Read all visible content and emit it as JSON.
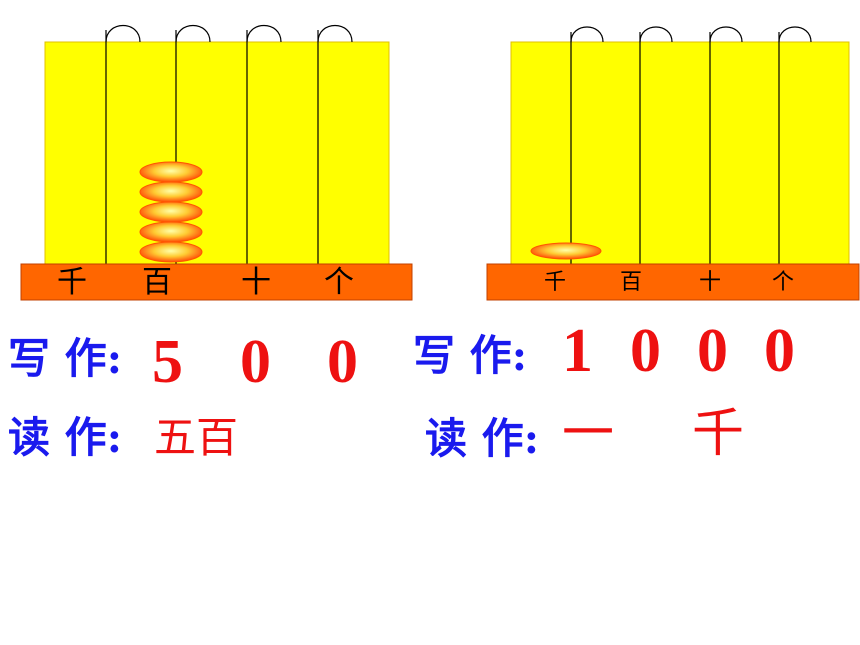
{
  "left_abacus": {
    "places": [
      "千",
      "百",
      "十",
      "个"
    ],
    "bead_counts": [
      0,
      5,
      0,
      0
    ]
  },
  "right_abacus": {
    "places": [
      "千",
      "百",
      "十",
      "个"
    ],
    "bead_counts": [
      1,
      0,
      0,
      0
    ]
  },
  "left_write": {
    "label": "写 作:",
    "digits": [
      "5",
      "0",
      "0"
    ]
  },
  "left_read": {
    "label": "读 作:",
    "text": "五百"
  },
  "right_write": {
    "label": "写 作:",
    "digits": [
      "1",
      "0",
      "0",
      "0"
    ]
  },
  "right_read": {
    "label": "读 作:",
    "chars": [
      "一",
      "千"
    ]
  },
  "colors": {
    "frame": "#ffff00",
    "base": "#ff6600",
    "bead": "#ff4400",
    "label_blue": "#1a1aee",
    "value_red": "#ee1111"
  }
}
